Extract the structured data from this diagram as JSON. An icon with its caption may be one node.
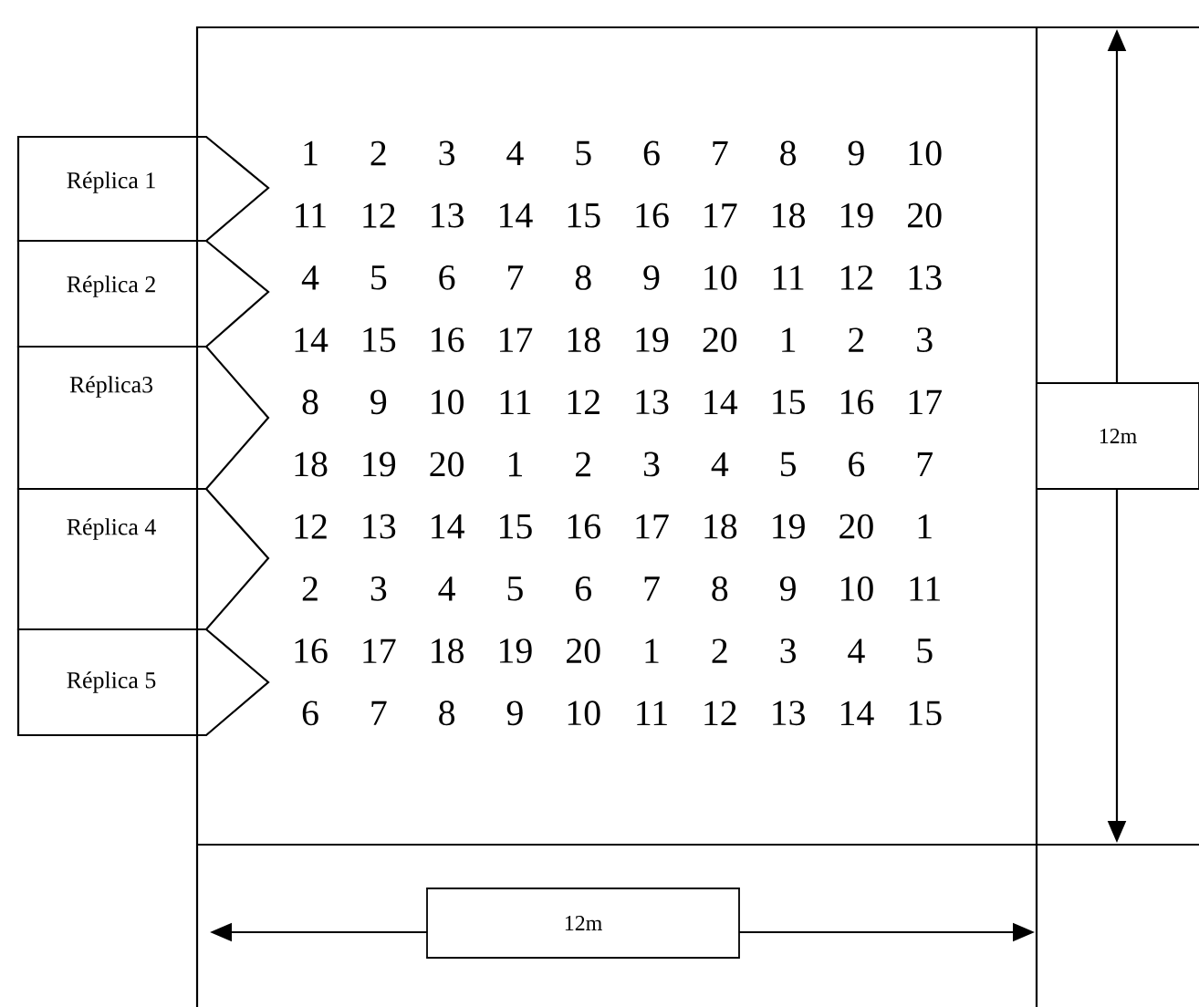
{
  "diagram": {
    "nodes": [
      {
        "text": [
          "Réplica 1"
        ]
      },
      {
        "text": [
          "Réplica 2"
        ]
      },
      {
        "text": [
          "Réplica3"
        ]
      },
      {
        "text": [
          "Réplica 4"
        ]
      },
      {
        "text": [
          "Réplica 5"
        ]
      },
      {
        "text": [
          "12m"
        ]
      },
      {
        "text": [
          "12m"
        ]
      }
    ],
    "edges": [],
    "labels": [
      "1",
      "2",
      "3",
      "4",
      "5",
      "6",
      "7",
      "8",
      "9",
      "10",
      "11",
      "12",
      "13",
      "14",
      "15",
      "16",
      "17",
      "18",
      "19",
      "20",
      "4",
      "5",
      "6",
      "7",
      "8",
      "9",
      "10",
      "11",
      "12",
      "13",
      "14",
      "15",
      "16",
      "17",
      "18",
      "19",
      "20",
      "1",
      "2",
      "3",
      "8",
      "9",
      "10",
      "11",
      "12",
      "13",
      "14",
      "15",
      "16",
      "17",
      "18",
      "19",
      "20",
      "1",
      "2",
      "3",
      "4",
      "5",
      "6",
      "7",
      "12",
      "13",
      "14",
      "15",
      "16",
      "17",
      "18",
      "19",
      "20",
      "1",
      "2",
      "3",
      "4",
      "5",
      "6",
      "7",
      "8",
      "9",
      "10",
      "11",
      "16",
      "17",
      "18",
      "19",
      "20",
      "1",
      "2",
      "3",
      "4",
      "5",
      "6",
      "7",
      "8",
      "9",
      "10",
      "11",
      "12",
      "13",
      "14",
      "15"
    ]
  }
}
